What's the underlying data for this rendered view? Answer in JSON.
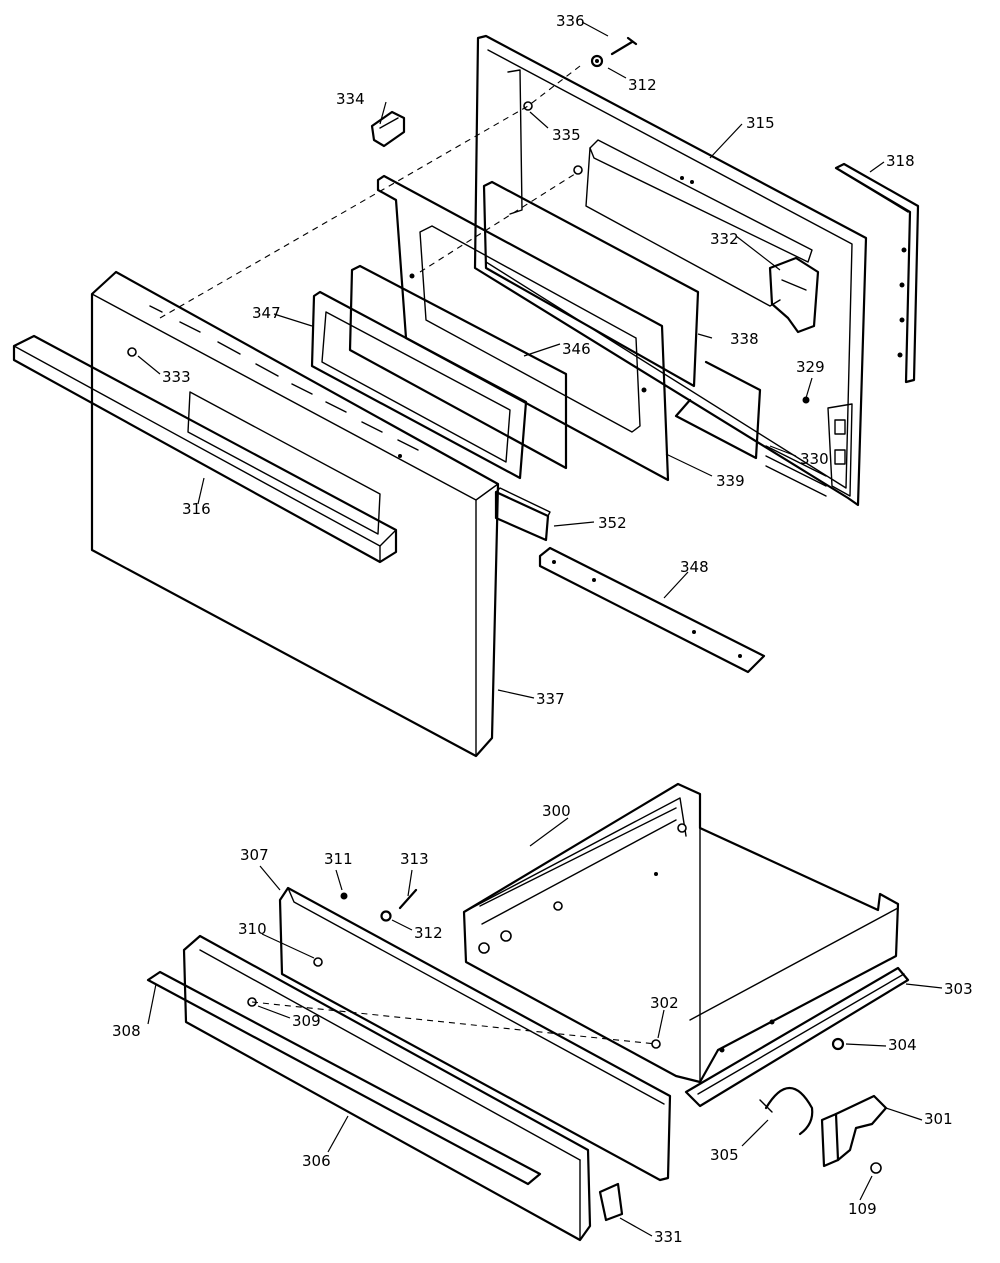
{
  "callouts": {
    "p336": "336",
    "p312a": "312",
    "p334": "334",
    "p335": "335",
    "p315": "315",
    "p318": "318",
    "p332": "332",
    "p347": "347",
    "p346": "346",
    "p338": "338",
    "p333": "333",
    "p329": "329",
    "p330": "330",
    "p339": "339",
    "p316": "316",
    "p352": "352",
    "p348": "348",
    "p337": "337",
    "p300": "300",
    "p307": "307",
    "p311": "311",
    "p313": "313",
    "p312b": "312",
    "p310": "310",
    "p303": "303",
    "p309": "309",
    "p308": "308",
    "p302": "302",
    "p304": "304",
    "p305": "305",
    "p301": "301",
    "p306": "306",
    "p109": "109",
    "p331": "331"
  }
}
